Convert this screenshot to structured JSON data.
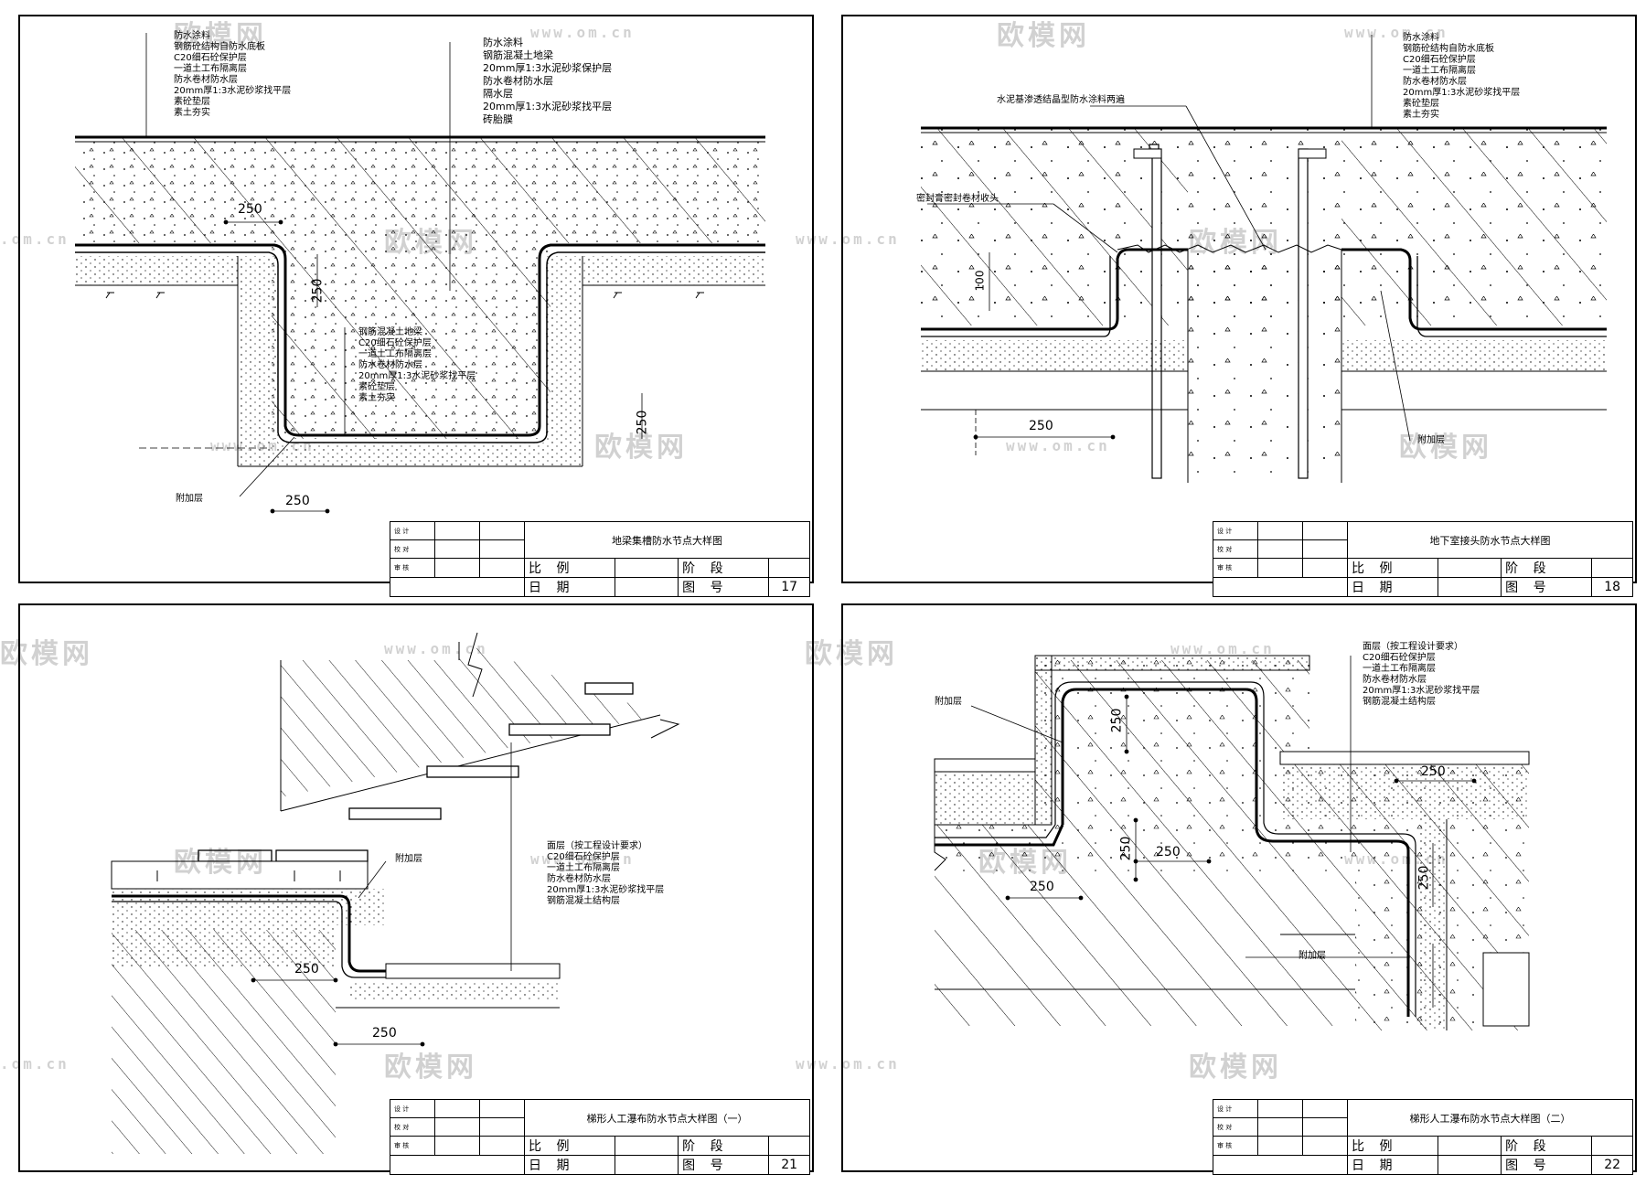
{
  "watermark": {
    "brand": "欧模网",
    "url": "www.om.cn",
    "url_short": ".om.cn",
    "brand_short": "欧模网"
  },
  "titleblock_labels": {
    "designer": "设 计",
    "checker": "校 对",
    "reviewer": "审 核",
    "scale": "比 例",
    "stage": "阶 段",
    "date": "日 期",
    "drawing_no": "图 号"
  },
  "sheets": [
    {
      "title": "地梁集槽防水节点大样图",
      "number": "17",
      "labels_top_left": [
        "防水涂料",
        "钢筋砼结构自防水底板",
        "C20细石砼保护层",
        "一道土工布隔离层",
        "防水卷材防水层",
        "20mm厚1:3水泥砂浆找平层",
        "素砼垫层",
        "素土夯实"
      ],
      "labels_top_right": [
        "防水涂料",
        "钢筋混凝土地梁",
        "20mm厚1:3水泥砂浆保护层",
        "防水卷材防水层",
        "隔水层",
        "20mm厚1:3水泥砂浆找平层",
        "砖胎膜"
      ],
      "labels_mid": [
        "钢筋混凝土地梁",
        "C20细石砼保护层",
        "一道土工布隔离层",
        "防水卷材防水层",
        "20mm厚1:3水泥砂浆找平层",
        "素砼垫层",
        "素土夯实"
      ],
      "label_extra": "附加层",
      "dims": [
        "250",
        "250",
        "250",
        "250"
      ]
    },
    {
      "title": "地下室接头防水节点大样图",
      "number": "18",
      "labels_top": [
        "防水涂料",
        "钢筋砼结构自防水底板",
        "C20细石砼保护层",
        "一道土工布隔离层",
        "防水卷材防水层",
        "20mm厚1:3水泥砂浆找平层",
        "素砼垫层",
        "素土夯实"
      ],
      "label_leader1": "水泥基渗透结晶型防水涂料两遍",
      "label_leader2": "密封膏密封卷材收头",
      "label_extra": "附加层",
      "dims": [
        "100",
        "250"
      ]
    },
    {
      "title": "梯形人工瀑布防水节点大样图（一）",
      "number": "21",
      "labels": [
        "面层（按工程设计要求）",
        "C20细石砼保护层",
        "一道土工布隔离层",
        "防水卷材防水层",
        "20mm厚1:3水泥砂浆找平层",
        "钢筋混凝土结构层"
      ],
      "label_extra": "附加层",
      "dims": [
        "250",
        "250"
      ]
    },
    {
      "title": "梯形人工瀑布防水节点大样图（二）",
      "number": "22",
      "labels": [
        "面层（按工程设计要求）",
        "C20细石砼保护层",
        "一道土工布隔离层",
        "防水卷材防水层",
        "20mm厚1:3水泥砂浆找平层",
        "钢筋混凝土结构层"
      ],
      "label_extra": "附加层",
      "dims": [
        "250",
        "250",
        "250",
        "250",
        "250",
        "250"
      ]
    }
  ]
}
